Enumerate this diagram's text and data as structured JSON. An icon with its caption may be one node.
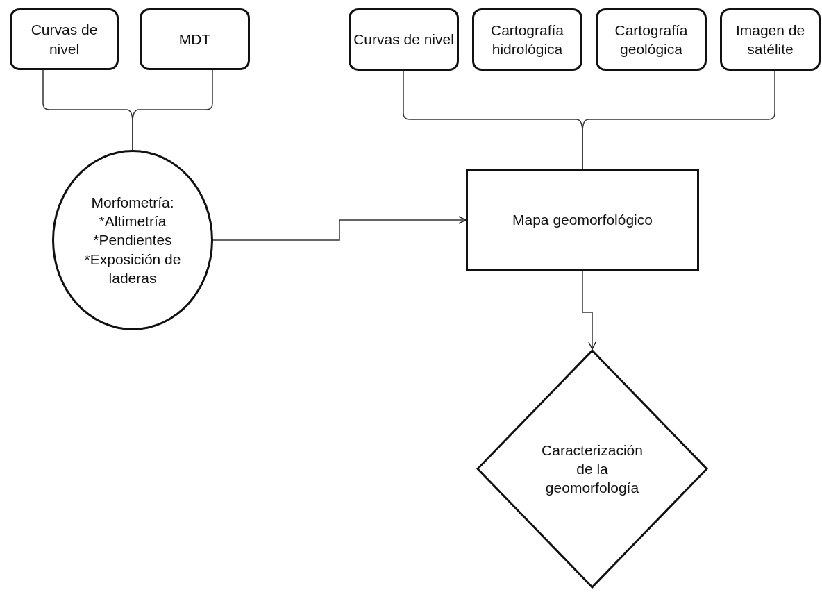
{
  "diagram": {
    "nodes": [
      {
        "text": [
          "Curvas de nivel"
        ]
      },
      {
        "text": [
          "MDT"
        ]
      },
      {
        "text": [
          "Curvas de nivel"
        ]
      },
      {
        "text": [
          "Cartografía hidrológica"
        ]
      },
      {
        "text": [
          "Cartografía geológica"
        ]
      },
      {
        "text": [
          "Imagen de satélite"
        ]
      },
      {
        "text": [
          "Morfometría: *Altimetría *Pendientes *Exposición de laderas"
        ]
      },
      {
        "text": [
          "Mapa geomorfológico"
        ]
      },
      {
        "text": [
          "Caracterización de la geomorfología"
        ]
      }
    ],
    "edges": [
      {
        "from": 0,
        "to": 6,
        "arrow": "none"
      },
      {
        "from": 1,
        "to": 6,
        "arrow": "none"
      },
      {
        "from": 2,
        "to": 7,
        "arrow": "none"
      },
      {
        "from": 5,
        "to": 7,
        "arrow": "none"
      },
      {
        "from": 6,
        "to": 7,
        "arrow": "to"
      },
      {
        "from": 7,
        "to": 8,
        "arrow": "to"
      }
    ]
  }
}
